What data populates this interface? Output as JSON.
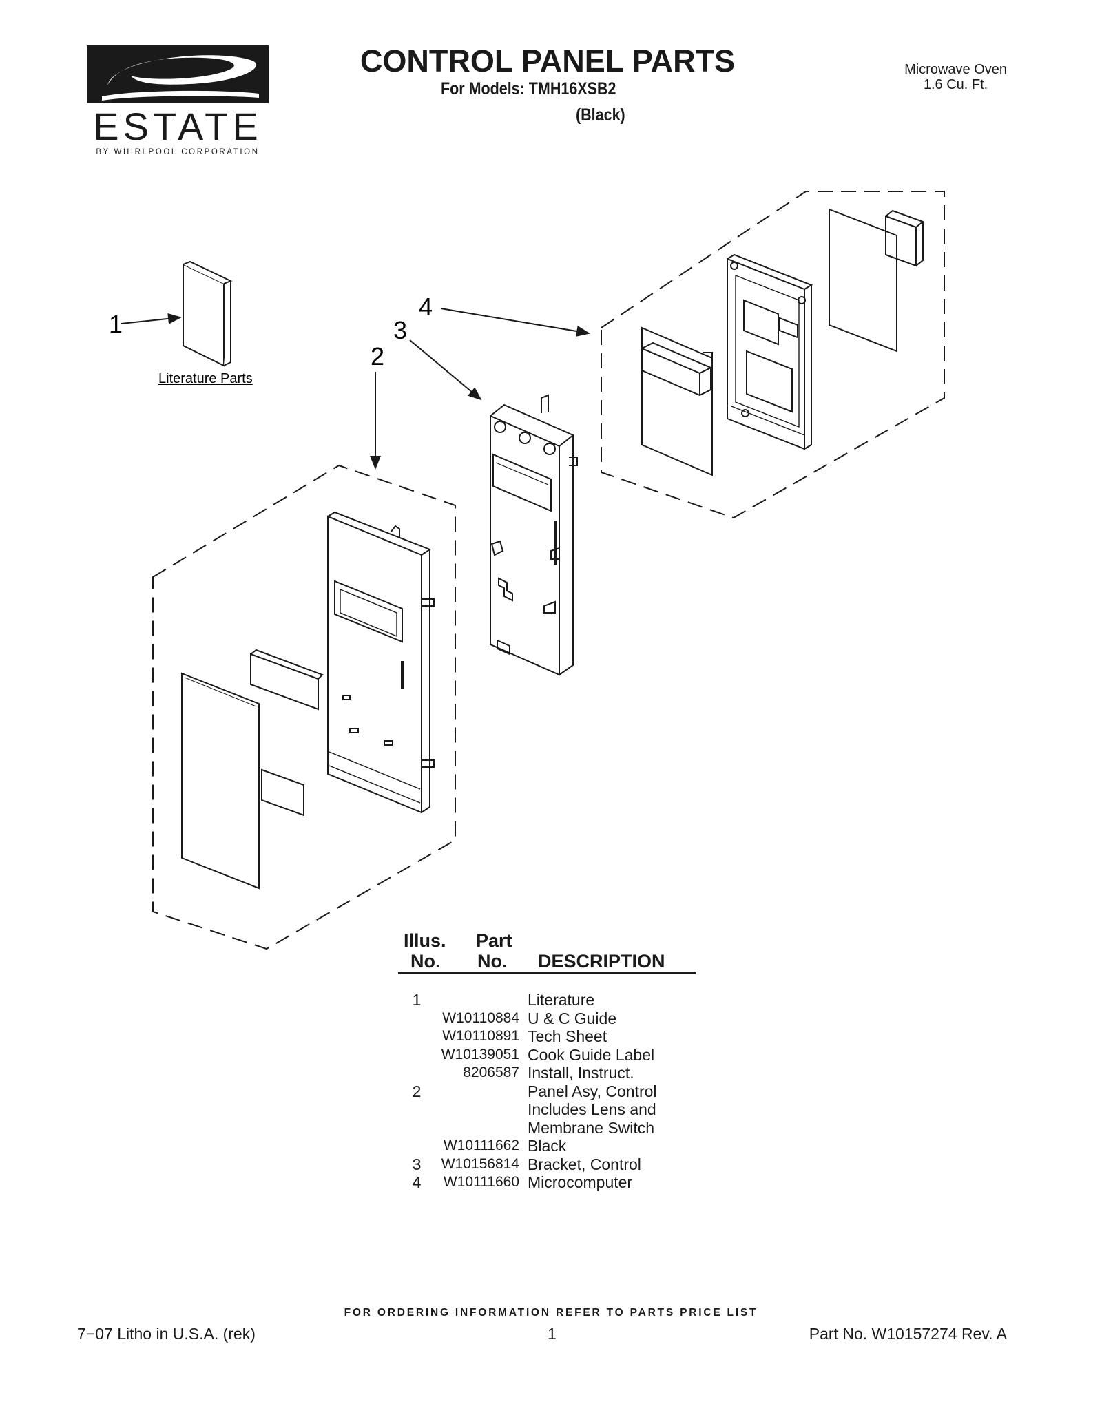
{
  "header": {
    "brand": "ESTATE",
    "brand_tagline": "BY WHIRLPOOL CORPORATION",
    "title": "CONTROL PANEL PARTS",
    "models": "For Models: TMH16XSB2",
    "color": "(Black)",
    "product_line1": "Microwave Oven",
    "product_line2": "1.6 Cu. Ft."
  },
  "diagram": {
    "callouts": [
      "1",
      "2",
      "3",
      "4"
    ],
    "literature_label": "Literature Parts"
  },
  "table": {
    "headers": {
      "illus_line1": "Illus.",
      "illus_line2": "No.",
      "part_line1": "Part",
      "part_line2": "No.",
      "description": "DESCRIPTION"
    },
    "rows": [
      {
        "illus": "1",
        "part": "",
        "desc": "Literature"
      },
      {
        "illus": "",
        "part": "W10110884",
        "desc": "U & C Guide"
      },
      {
        "illus": "",
        "part": "W10110891",
        "desc": "Tech Sheet"
      },
      {
        "illus": "",
        "part": "W10139051",
        "desc": "Cook Guide Label"
      },
      {
        "illus": "",
        "part": "8206587",
        "desc": "Install, Instruct."
      },
      {
        "illus": "2",
        "part": "",
        "desc": "Panel Asy, Control"
      },
      {
        "illus": "",
        "part": "",
        "desc": "Includes Lens and"
      },
      {
        "illus": "",
        "part": "",
        "desc": "Membrane Switch"
      },
      {
        "illus": "",
        "part": "W10111662",
        "desc": "Black"
      },
      {
        "illus": "3",
        "part": "W10156814",
        "desc": "Bracket, Control"
      },
      {
        "illus": "4",
        "part": "W10111660",
        "desc": "Microcomputer"
      }
    ]
  },
  "footer": {
    "ordering_note": "FOR ORDERING INFORMATION REFER TO PARTS PRICE LIST",
    "litho": "7−07 Litho in U.S.A. (rek)",
    "page": "1",
    "part_no": "Part No. W10157274 Rev. A"
  }
}
